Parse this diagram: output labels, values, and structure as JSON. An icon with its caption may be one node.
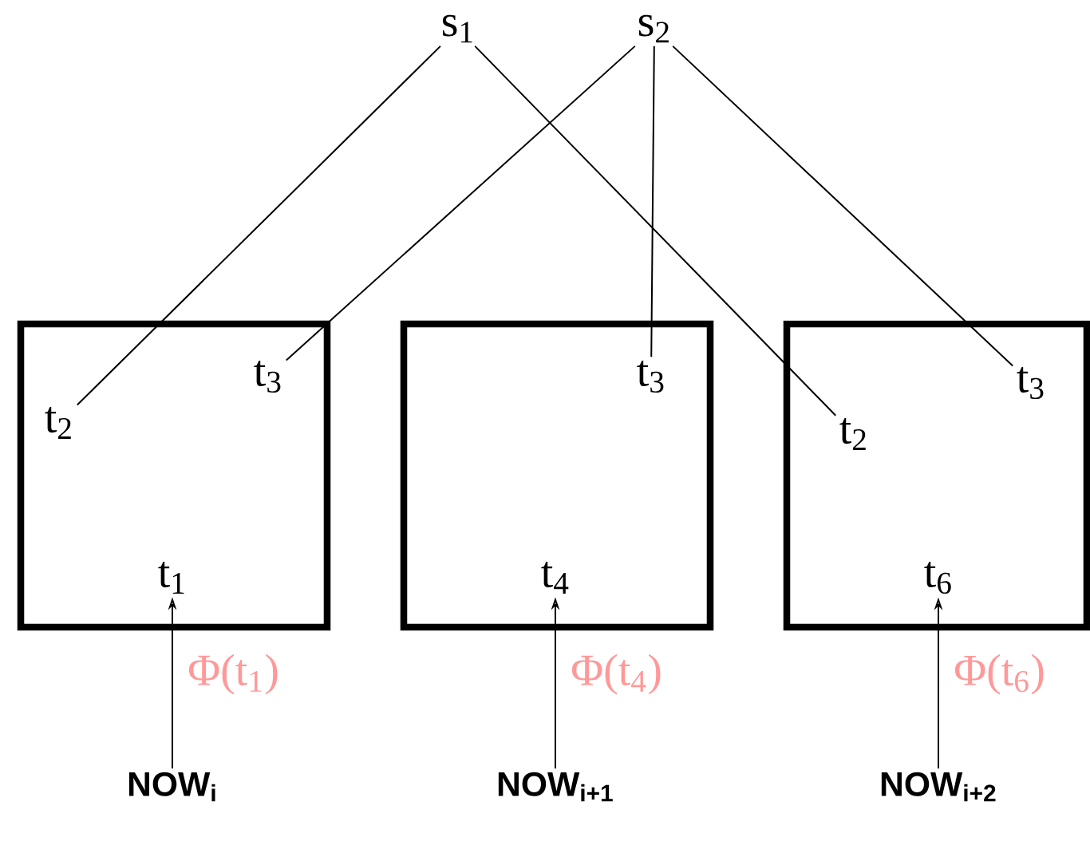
{
  "diagram": {
    "nodes": [
      {
        "text": [
          "s$_{1}$"
        ]
      },
      {
        "text": [
          "s$_{2}$"
        ]
      },
      {
        "text": [],
        "shape": "box"
      },
      {
        "text": [
          "t$_{3}$"
        ],
        "in": 2
      },
      {
        "text": [
          "t$_{2}$"
        ],
        "in": 2
      },
      {
        "text": [
          "t$_{1}$"
        ],
        "in": 2
      },
      {
        "text": [],
        "shape": "box"
      },
      {
        "text": [
          "t$_{3}$"
        ],
        "in": 6
      },
      {
        "text": [
          "t$_{4}$"
        ],
        "in": 6
      },
      {
        "text": [],
        "shape": "box"
      },
      {
        "text": [
          "t$_{3}$"
        ],
        "in": 9
      },
      {
        "text": [
          "t$_{2}$"
        ],
        "in": 9
      },
      {
        "text": [
          "t$_{6}$"
        ],
        "in": 9
      },
      {
        "text": [
          "NOW$_{i}$"
        ]
      },
      {
        "text": [
          "NOW$_{i+1}$"
        ]
      },
      {
        "text": [
          "NOW$_{i+2}$"
        ]
      }
    ],
    "edges": [
      {
        "from": 0,
        "to": 4,
        "arrow": "none"
      },
      {
        "from": 0,
        "to": 11,
        "arrow": "none"
      },
      {
        "from": 1,
        "to": 3,
        "arrow": "none"
      },
      {
        "from": 1,
        "to": 7,
        "arrow": "none"
      },
      {
        "from": 1,
        "to": 10,
        "arrow": "none"
      },
      {
        "from": 13,
        "to": 5,
        "arrow": "to",
        "label": "Φ(t$_{1}$)"
      },
      {
        "from": 14,
        "to": 8,
        "arrow": "to",
        "label": "Φ(t$_{4}$)"
      },
      {
        "from": 15,
        "to": 12,
        "arrow": "to",
        "label": "Φ(t$_{6}$)"
      }
    ]
  }
}
